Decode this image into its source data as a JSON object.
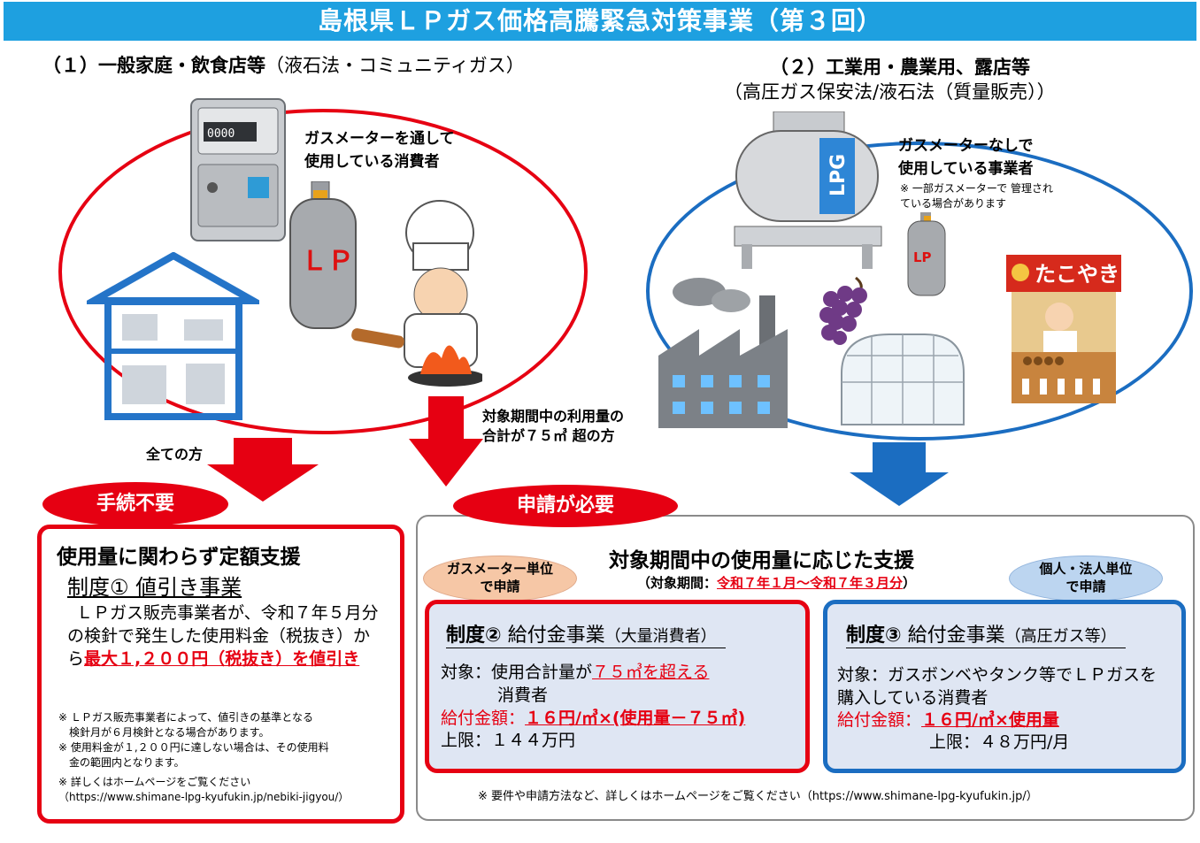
{
  "header": {
    "title": "島根県ＬＰガス価格高騰緊急対策事業（第３回）"
  },
  "left_section": {
    "heading_bold": "（１）一般家庭・飲食店等",
    "heading_normal": "（液石法・コミュニティガス）",
    "ellipse_note": [
      "ガスメーターを通して",
      "使用している消費者"
    ],
    "meter_reading": "0000",
    "cylinder_label": "ＬＰ"
  },
  "right_section": {
    "heading_line1": "（２）工業用・農業用、露店等",
    "heading_line2": "（高圧ガス保安法/液石法（質量販売））",
    "ellipse_note": [
      "ガスメーターなしで",
      "使用している事業者"
    ],
    "ellipse_subnote": [
      "※ 一部ガスメーターで 管理され",
      "ている場合があります"
    ],
    "tank_label": "LPG",
    "cylinder_label": "LP",
    "stall_sign": "たこやき"
  },
  "arrows": {
    "all_label": "全ての方",
    "threshold_label": [
      "対象期間中の利用量の",
      "合計が７５㎥ 超の方"
    ]
  },
  "pills": {
    "no_procedure": "手続不要",
    "application_required": "申請が必要"
  },
  "box1": {
    "title": "使用量に関わらず定額支援",
    "system": "制度① 値引き事業",
    "body_pre": "ＬＰガス販売事業者が、令和７年５月分の検針で発生した使用料金（税抜き）から",
    "body_red": "最大１,２００円（税抜き）を値引き",
    "notes": [
      "※ ＬＰガス販売事業者によって、値引きの基準となる",
      "　検針月が６月検針となる場合があります。",
      "※ 使用料金が１,２００円に達しない場合は、その使用料",
      "　金の範囲内となります。"
    ],
    "link_note": [
      "※ 詳しくはホームページをご覧ください",
      "（https://www.shimane-lpg-kyufukin.jp/nebiki-jigyou/）"
    ]
  },
  "box_app": {
    "title": "対象期間中の使用量に応じた支援",
    "period_pre": "（対象期間：",
    "period_red": "令和７年１月～令和７年３月分",
    "period_post": "）",
    "tag_left": [
      "ガスメーター単位",
      "で申請"
    ],
    "tag_right": [
      "個人・法人単位",
      "で申請"
    ],
    "footer": "※ 要件や申請方法など、詳しくはホームページをご覧ください（https://www.shimane-lpg-kyufukin.jp/）"
  },
  "box2": {
    "system_bold": "制度②",
    "system_name": " 給付金事業",
    "system_sub": "（大量消費者）",
    "target_pre": "対象：使用合計量が",
    "target_red": "７５㎥を超える",
    "target_post": "消費者",
    "amount_label": "給付金額：",
    "amount_value": "１６円/㎥×(使用量－７５㎥)",
    "limit": "上限：１４４万円"
  },
  "box3": {
    "system_bold": "制度③",
    "system_name": " 給付金事業",
    "system_sub": "（高圧ガス等）",
    "target": "対象：ガスボンベやタンク等でＬＰガスを購入している消費者",
    "amount_label": "給付金額：",
    "amount_value": "１６円/㎥×使用量",
    "limit": "上限：４８万円/月"
  },
  "colors": {
    "header": "#1ea0e0",
    "red": "#e60012",
    "blue": "#1b6dc1",
    "panel": "#dfe6f3"
  }
}
